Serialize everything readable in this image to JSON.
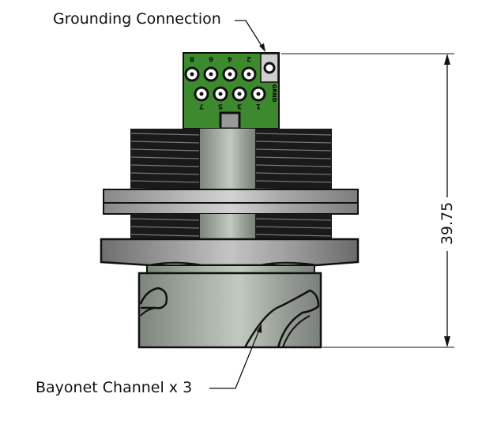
{
  "callouts": {
    "grounding": "Grounding Connection",
    "bayonet": "Bayonet Channel x 3"
  },
  "dimension": {
    "height_value": "39.75"
  },
  "pcb": {
    "top_pins": [
      "8",
      "6",
      "4",
      "2"
    ],
    "bottom_pins": [
      "7",
      "5",
      "3",
      "1"
    ],
    "ground_label": "GRND"
  },
  "colors": {
    "pcb_green": "#3d8a2e",
    "metal": "#9ea69d",
    "thread": "#1a1a1a"
  }
}
